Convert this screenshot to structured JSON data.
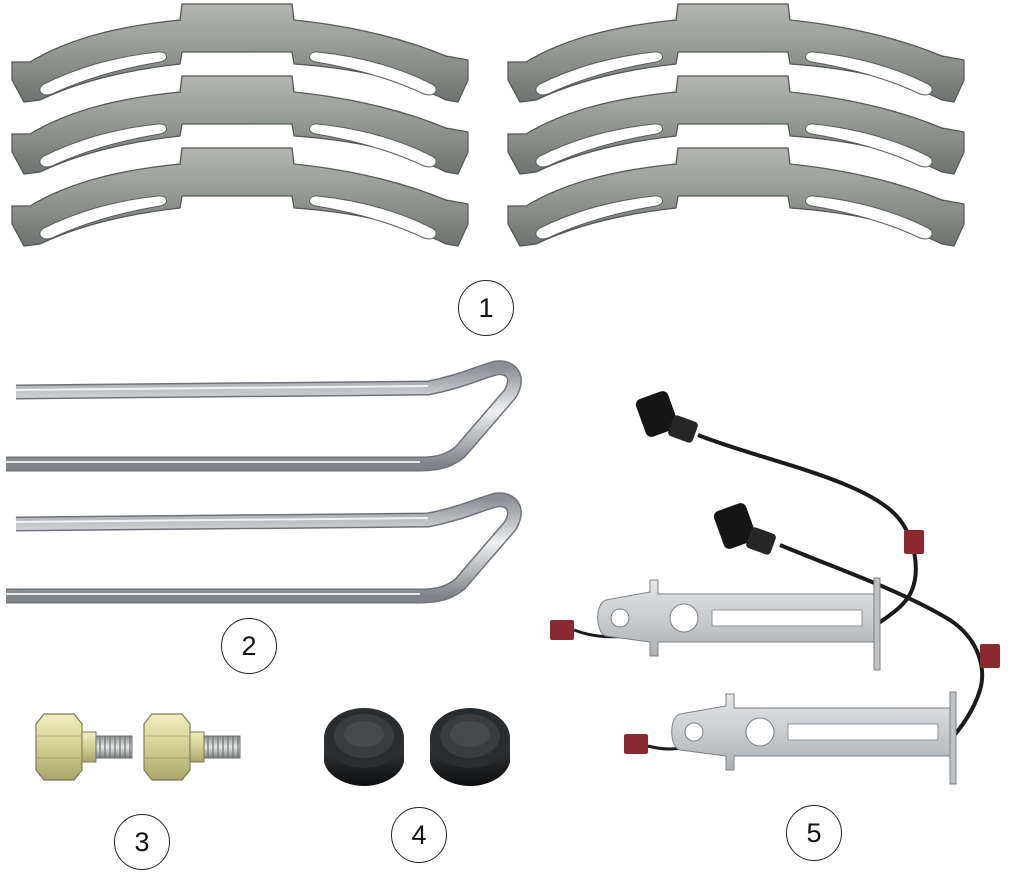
{
  "callouts": {
    "c1": "1",
    "c2": "2",
    "c3": "3",
    "c4": "4",
    "c5": "5"
  },
  "colors": {
    "spring_steel": "#8f938e",
    "spring_edge": "#5a5e5a",
    "pin_steel": "#b9bcbf",
    "bolt_zinc": "#d6d39a",
    "rubber": "#1a1c1d",
    "sensor_plate": "#c5c8ca",
    "cable": "#1b1b1b",
    "connector_red": "#8a2a30",
    "plug_black": "#151515"
  },
  "icons": [
    "spring-clip-icon",
    "retaining-pin-icon",
    "guide-bolt-icon",
    "rubber-cap-icon",
    "wear-sensor-icon"
  ]
}
